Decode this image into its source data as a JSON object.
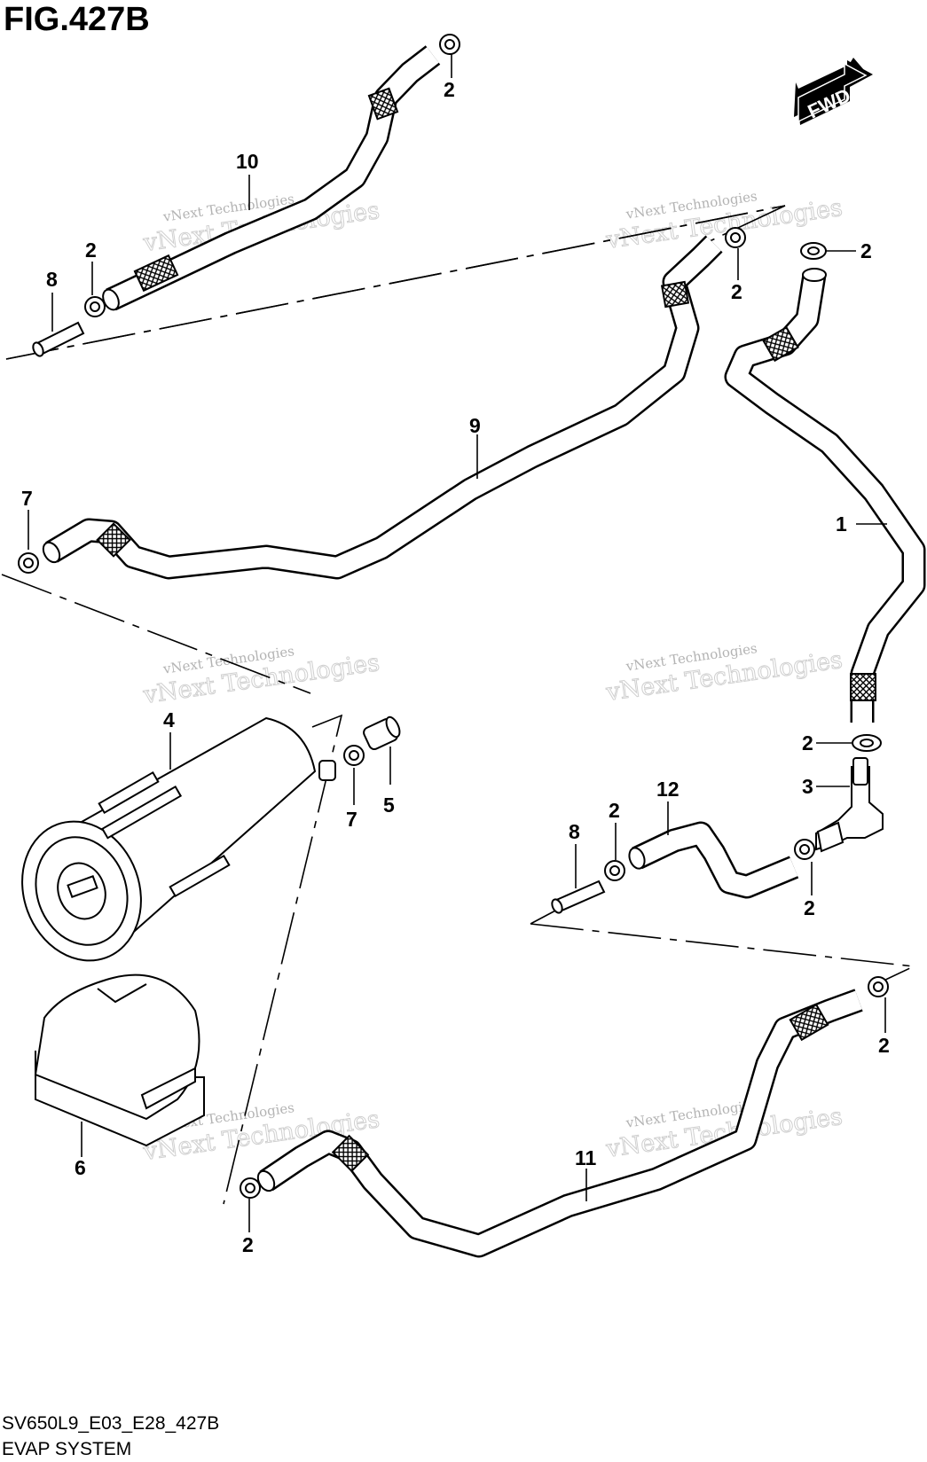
{
  "header": {
    "figure_title": "FIG.427B"
  },
  "badge": {
    "fwd_label": "FWD"
  },
  "watermark": {
    "line1": "vNext Technologies",
    "line2": "vNext Technologies"
  },
  "callouts": {
    "c1": "1",
    "c2a": "2",
    "c2b": "2",
    "c2c": "2",
    "c2d": "2",
    "c2e": "2",
    "c2f": "2",
    "c2g": "2",
    "c2h": "2",
    "c2i": "2",
    "c3": "3",
    "c4": "4",
    "c5": "5",
    "c6": "6",
    "c7a": "7",
    "c7b": "7",
    "c8a": "8",
    "c8b": "8",
    "c9": "9",
    "c10": "10",
    "c11": "11",
    "c12": "12"
  },
  "footer": {
    "model_code": "SV650L9_E03_E28_427B",
    "section_name": "EVAP SYSTEM"
  }
}
